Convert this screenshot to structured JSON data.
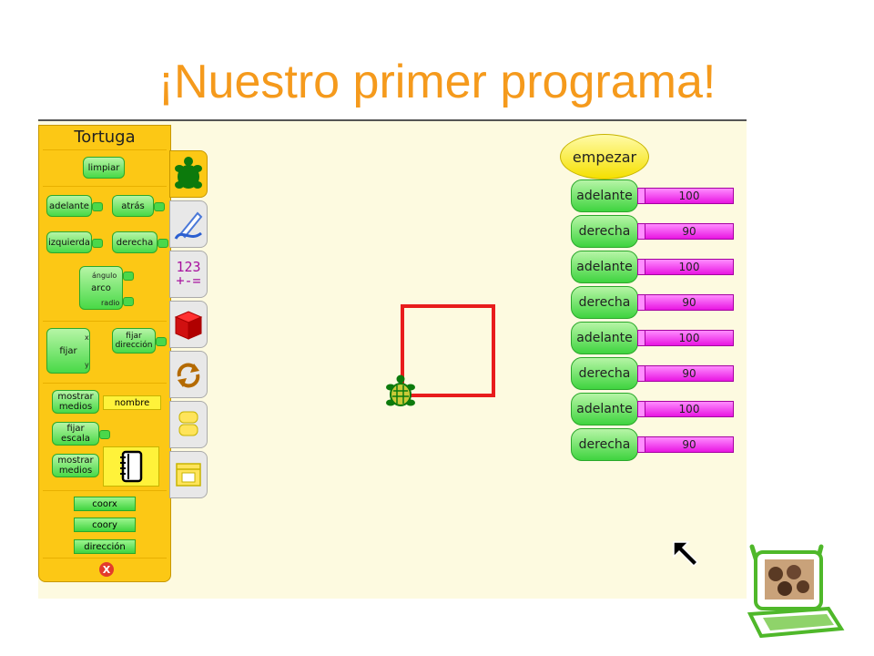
{
  "slide": {
    "title": "¡Nuestro primer programa!"
  },
  "palette": {
    "title": "Tortuga",
    "blocks": {
      "limpiar": "limpiar",
      "adelante": "adelante",
      "atras": "atrás",
      "izquierda": "izquierda",
      "derecha": "derecha",
      "arco": "arco",
      "arco_angulo": "ángulo",
      "arco_radio": "radio",
      "fijar": "fijar",
      "fijar_x": "x",
      "fijar_y": "y",
      "fijar_direccion": "fijar dirección",
      "mostrar_medios": "mostrar medios",
      "nombre": "nombre",
      "fijar_escala": "fijar escala",
      "mostrar_medios_2": "mostrar medios",
      "coorx": "coorx",
      "coory": "coory",
      "direccion": "dirección"
    },
    "close_label": "X"
  },
  "tabs": {
    "numbers": "123",
    "operators": "+-="
  },
  "program": {
    "start": "empezar",
    "commands": [
      {
        "label": "adelante",
        "value": "100"
      },
      {
        "label": "derecha",
        "value": "90"
      },
      {
        "label": "adelante",
        "value": "100"
      },
      {
        "label": "derecha",
        "value": "90"
      },
      {
        "label": "adelante",
        "value": "100"
      },
      {
        "label": "derecha",
        "value": "90"
      },
      {
        "label": "adelante",
        "value": "100"
      },
      {
        "label": "derecha",
        "value": "90"
      }
    ]
  },
  "colors": {
    "title": "#f59a1c",
    "palette": "#fcc815",
    "pen": "#e81c1c",
    "number_block": "#e815e2"
  }
}
